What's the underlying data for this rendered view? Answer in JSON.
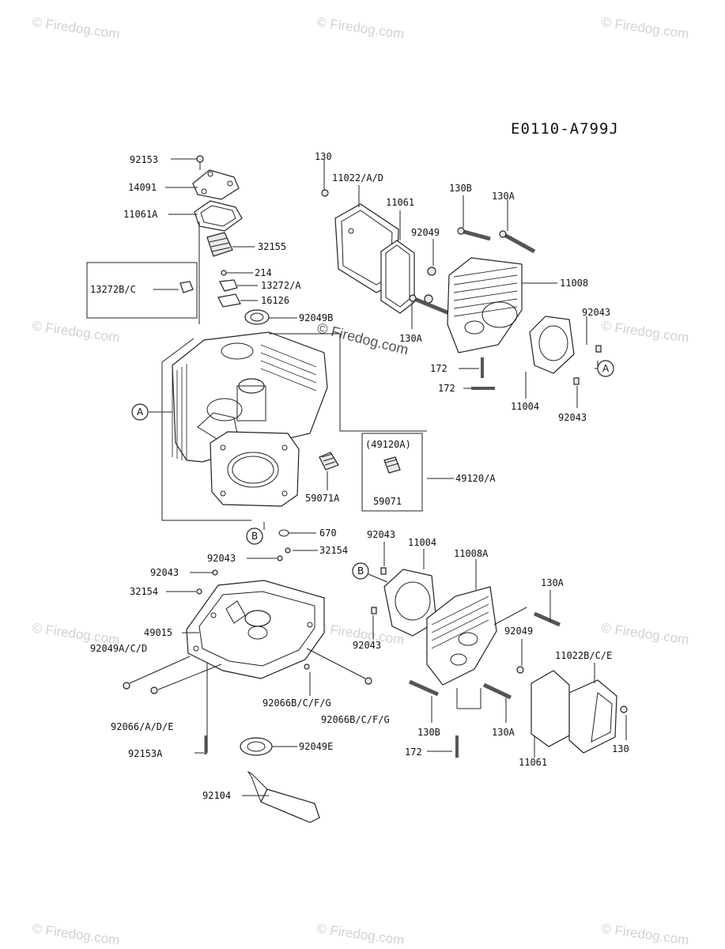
{
  "diagram_code": "E0110-A799J",
  "watermark": "© Firedog.com",
  "labels": {
    "p92153": "92153",
    "p14091": "14091",
    "p11061A": "11061A",
    "p32155": "32155",
    "p214": "214",
    "p13272BC": "13272B/C",
    "p13272A": "13272/A",
    "p16126": "16126",
    "p92049B": "92049B",
    "p130_top": "130",
    "p11022AD": "11022/A/D",
    "p11061_top": "11061",
    "p130B_top": "130B",
    "p130A_top": "130A",
    "p92049_top": "92049",
    "p11008": "11008",
    "p92043_r1": "92043",
    "p130A_left": "130A",
    "p172_a": "172",
    "p172_b": "172",
    "p11004_top": "11004",
    "p92043_r2": "92043",
    "p49120A_box": "(49120A)",
    "p49120A": "49120/A",
    "p59071": "59071",
    "p59071A": "59071A",
    "p670": "670",
    "p92043_m": "92043",
    "p32154_r": "32154",
    "p92043_l": "92043",
    "p32154_l": "32154",
    "p49015": "49015",
    "p92049ACD": "92049A/C/D",
    "p92066BCFG_a": "92066B/C/F/G",
    "p92066BCFG_b": "92066B/C/F/G",
    "p92066ADE": "92066/A/D/E",
    "p92153A": "92153A",
    "p92049E": "92049E",
    "p92104": "92104",
    "p92043_b1": "92043",
    "p11004_b": "11004",
    "p11008A": "11008A",
    "p130A_b1": "130A",
    "p92049_b": "92049",
    "p92043_b2": "92043",
    "p11022BCE": "11022B/C/E",
    "p130B_b": "130B",
    "p130A_b2": "130A",
    "p172_c": "172",
    "p11061_b": "11061",
    "p130_b": "130"
  },
  "callouts": {
    "A": "A",
    "B": "B"
  }
}
